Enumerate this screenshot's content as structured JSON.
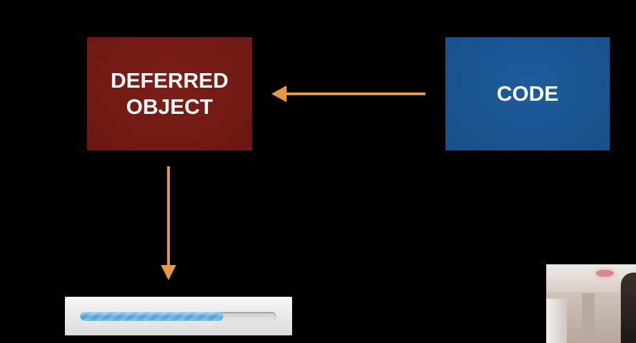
{
  "diagram": {
    "deferred_object_label": "DEFERRED\nOBJECT",
    "code_label": "CODE"
  },
  "colors": {
    "background": "#000000",
    "deferred_object_box": "#7e1e17",
    "code_box": "#1d5c9c",
    "arrow": "#e79a3f",
    "label_text": "#ffffff"
  },
  "progress": {
    "fraction": 0.73
  },
  "icons": {
    "arrow_code_to_deferred": "arrow-left-icon",
    "arrow_deferred_to_progress": "arrow-down-icon"
  }
}
